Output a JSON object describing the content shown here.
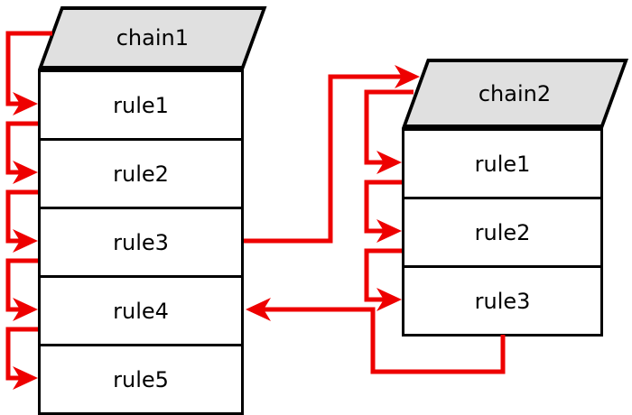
{
  "colors": {
    "arrow_red": "#ee0000",
    "header_fill": "#e0e0e0",
    "box_fill": "#ffffff",
    "line_black": "#000000",
    "background": "#ffffff"
  },
  "diagram": {
    "chains": [
      {
        "label": "chain1",
        "rules": [
          "rule1",
          "rule2",
          "rule3",
          "rule4",
          "rule5"
        ]
      },
      {
        "label": "chain2",
        "rules": [
          "rule1",
          "rule2",
          "rule3"
        ]
      }
    ],
    "connections": [
      {
        "from": "chain1.header",
        "to": "chain1.rule1",
        "type": "next"
      },
      {
        "from": "chain1.rule1",
        "to": "chain1.rule2",
        "type": "next"
      },
      {
        "from": "chain1.rule2",
        "to": "chain1.rule3",
        "type": "next"
      },
      {
        "from": "chain1.rule3",
        "to": "chain1.rule4",
        "type": "next"
      },
      {
        "from": "chain1.rule4",
        "to": "chain1.rule5",
        "type": "next"
      },
      {
        "from": "chain1.rule3",
        "to": "chain2.header",
        "type": "jump"
      },
      {
        "from": "chain2.header",
        "to": "chain2.rule1",
        "type": "next"
      },
      {
        "from": "chain2.rule1",
        "to": "chain2.rule2",
        "type": "next"
      },
      {
        "from": "chain2.rule2",
        "to": "chain2.rule3",
        "type": "next"
      },
      {
        "from": "chain2.rule3",
        "to": "chain1.rule4",
        "type": "return"
      }
    ]
  }
}
